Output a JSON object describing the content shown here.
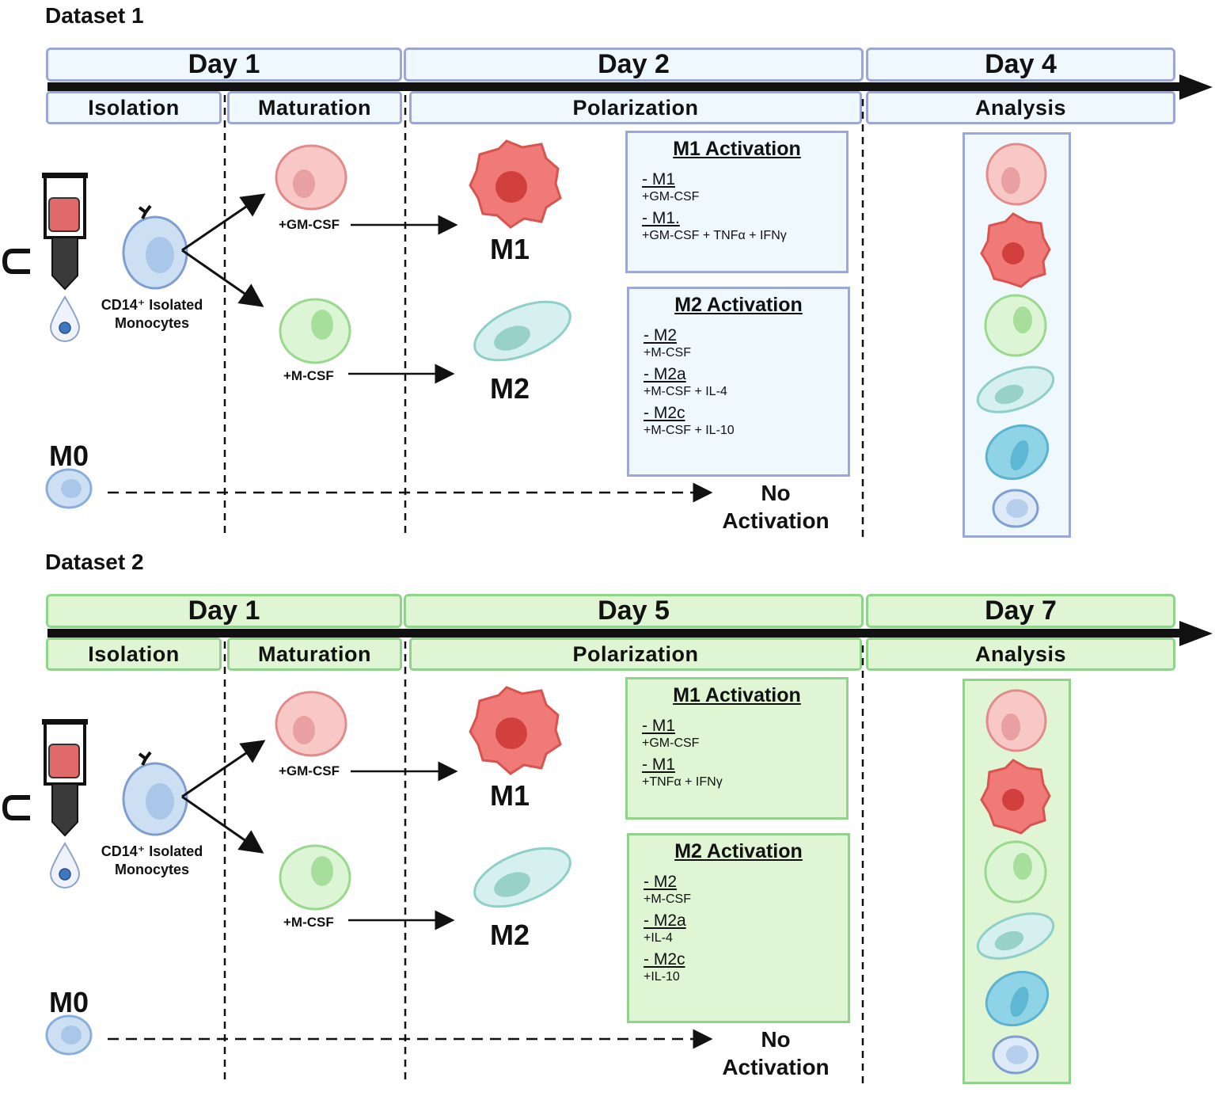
{
  "panels": [
    {
      "title": "Dataset 1",
      "days": [
        "Day 1",
        "Day 2",
        "Day 4"
      ],
      "phases": [
        "Isolation",
        "Maturation",
        "Polarization",
        "Analysis"
      ],
      "monocyte_label": [
        "CD14⁺ Isolated",
        "Monocytes"
      ],
      "gm_label": "+GM-CSF",
      "m_label": "+M-CSF",
      "m1_label": "M1",
      "m2_label": "M2",
      "m0_label": "M0",
      "no_activation": [
        "No",
        "Activation"
      ],
      "m1_activation": {
        "title": "M1 Activation",
        "items": [
          {
            "name": "- M1",
            "cond": "+GM-CSF"
          },
          {
            "name": "- M1.",
            "cond": "+GM-CSF + TNFα + IFNγ"
          }
        ]
      },
      "m2_activation": {
        "title": "M2 Activation",
        "items": [
          {
            "name": "- M2",
            "cond": "+M-CSF"
          },
          {
            "name": "- M2a",
            "cond": "+M-CSF + IL-4"
          },
          {
            "name": "- M2c",
            "cond": "+M-CSF + IL-10"
          }
        ]
      }
    },
    {
      "title": "Dataset 2",
      "days": [
        "Day 1",
        "Day 5",
        "Day 7"
      ],
      "phases": [
        "Isolation",
        "Maturation",
        "Polarization",
        "Analysis"
      ],
      "monocyte_label": [
        "CD14⁺ Isolated",
        "Monocytes"
      ],
      "gm_label": "+GM-CSF",
      "m_label": "+M-CSF",
      "m1_label": "M1",
      "m2_label": "M2",
      "m0_label": "M0",
      "no_activation": [
        "No",
        "Activation"
      ],
      "m1_activation": {
        "title": "M1 Activation",
        "items": [
          {
            "name": "- M1",
            "cond": "+GM-CSF"
          },
          {
            "name": "- M1",
            "cond": "+TNFα + IFNγ"
          }
        ]
      },
      "m2_activation": {
        "title": "M2 Activation",
        "items": [
          {
            "name": "- M2",
            "cond": "+M-CSF"
          },
          {
            "name": "- M2a",
            "cond": "+IL-4"
          },
          {
            "name": "- M2c",
            "cond": "+IL-10"
          }
        ]
      }
    }
  ],
  "colors": {
    "panel1_fill": "#eef8fd",
    "panel1_border": "#9aa7d8",
    "panel2_fill": "#dff5d4",
    "panel2_border": "#8fd48a",
    "m1_pink": "#f4a9a8",
    "m1_red": "#e85c5c",
    "m2_green": "#d8f5d0",
    "m2_teal": "#c9ece8",
    "monocyte_blue": "#cde0f3",
    "mac_blue": "#7fcbe0"
  }
}
